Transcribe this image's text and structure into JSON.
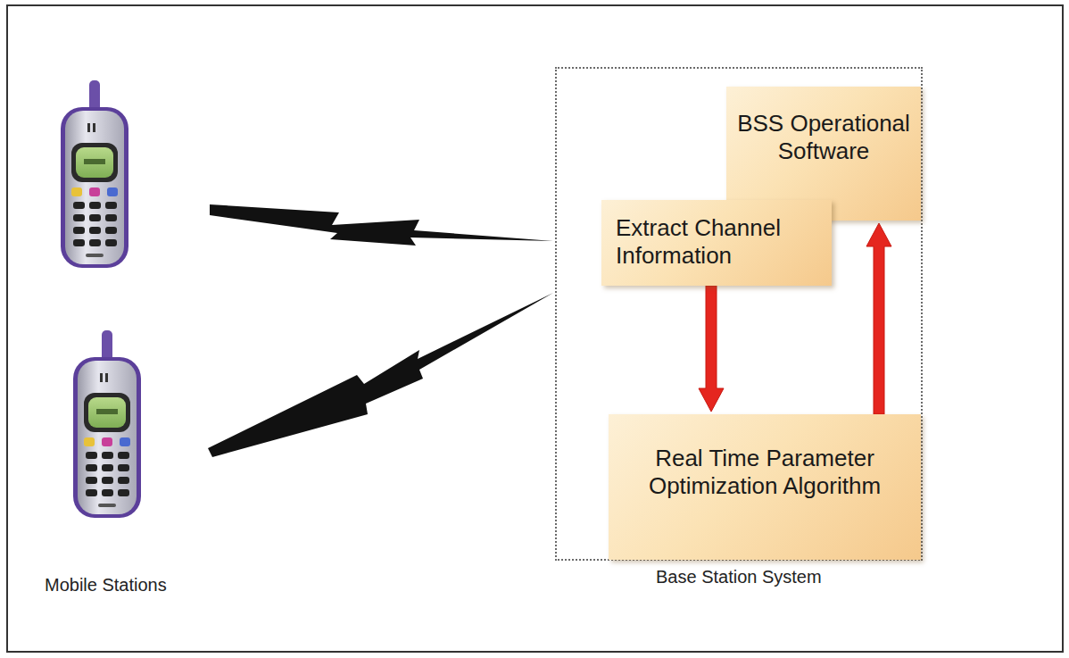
{
  "diagram": {
    "nodes": [
      {
        "text": [
          "Base Station System"
        ]
      },
      {
        "text": [
          "BSS Operational Software"
        ],
        "in": 0
      },
      {
        "text": [
          "Extract Channel Information"
        ],
        "in": 0
      },
      {
        "text": [
          "Real Time Parameter Optimization Algorithm"
        ],
        "in": 0
      }
    ],
    "edges": [
      {
        "from": 2,
        "to": 3,
        "arrow": "to"
      },
      {
        "from": 3,
        "to": 1,
        "arrow": "to"
      }
    ],
    "labels": [
      "Mobile Stations"
    ]
  }
}
